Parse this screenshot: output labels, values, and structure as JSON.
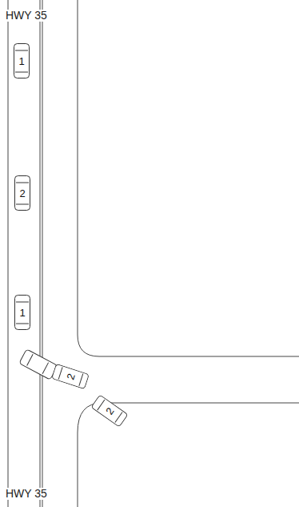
{
  "diagram": {
    "nodes": [
      {
        "text": [
          "1"
        ]
      },
      {
        "text": [
          "2"
        ]
      },
      {
        "text": [
          "1"
        ]
      },
      {
        "text": [
          "2"
        ]
      },
      {
        "text": [
          "2"
        ]
      }
    ],
    "labels": [
      "HWY 35",
      "HWY 35"
    ]
  }
}
